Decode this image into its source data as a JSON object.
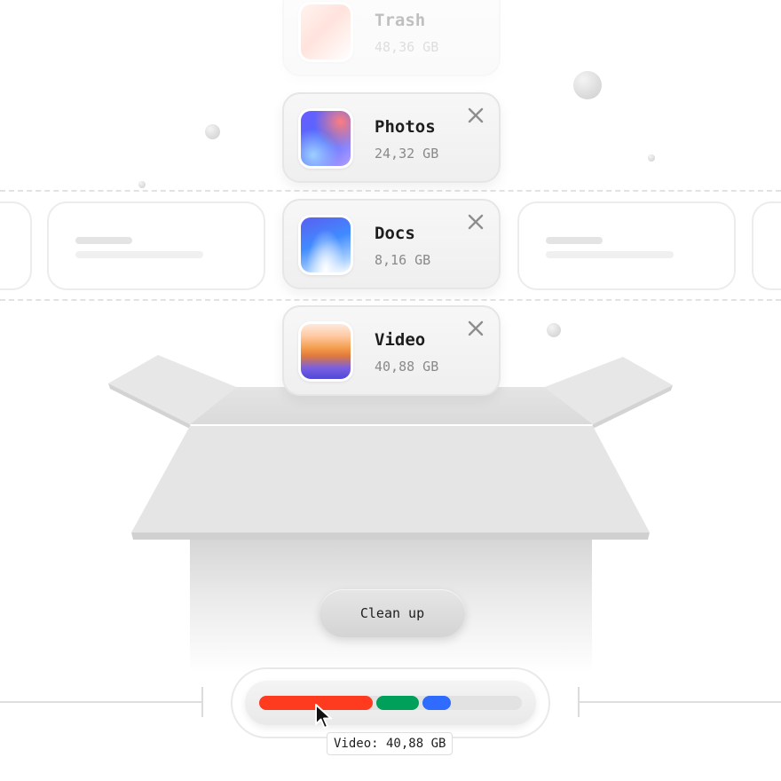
{
  "files": [
    {
      "name": "Trash",
      "size": "48,36 GB",
      "thumb_icon": "trash-thumbnail",
      "faded": true
    },
    {
      "name": "Photos",
      "size": "24,32 GB",
      "thumb_icon": "photos-thumbnail"
    },
    {
      "name": "Docs",
      "size": "8,16 GB",
      "thumb_icon": "docs-thumbnail"
    },
    {
      "name": "Video",
      "size": "40,88 GB",
      "thumb_icon": "video-thumbnail"
    }
  ],
  "actions": {
    "cleanup_label": "Clean up"
  },
  "storage": {
    "segments": [
      {
        "name": "Video",
        "color": "#ff3b1f",
        "size": "40,88 GB"
      },
      {
        "name": "Photos",
        "color": "#00a05a"
      },
      {
        "name": "Docs",
        "color": "#2f6bff"
      }
    ],
    "track_color": "#e2e2e2",
    "tooltip": "Video: 40,88 GB"
  },
  "icons": {
    "close": "close-icon",
    "cursor": "mouse-pointer-icon"
  }
}
